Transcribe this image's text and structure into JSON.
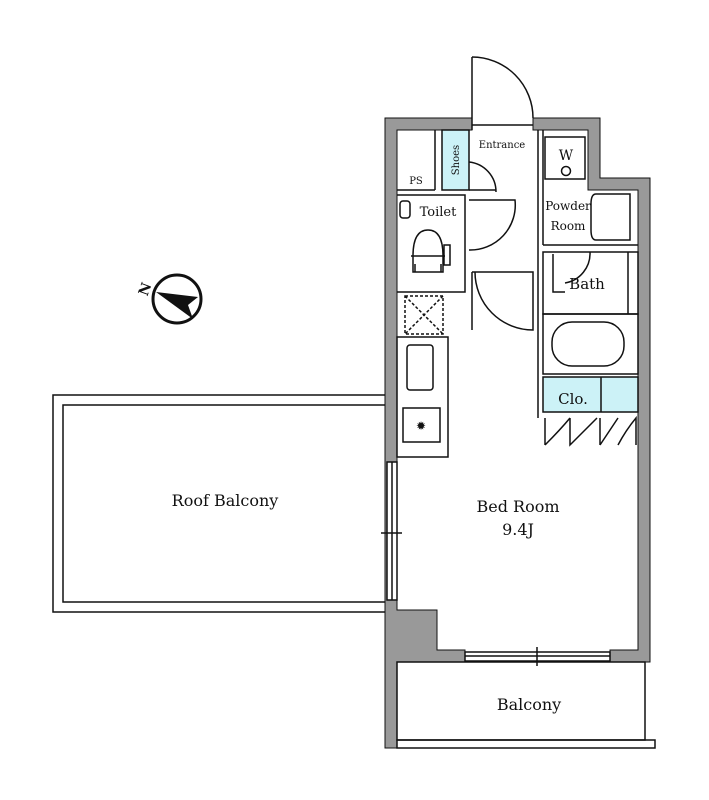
{
  "plan": {
    "rooms": {
      "entrance": "Entrance",
      "shoes": "Shoes",
      "ps": "PS",
      "toilet": "Toilet",
      "washer": "W",
      "powder_room_line1": "Powder",
      "powder_room_line2": "Room",
      "bath": "Bath",
      "closet": "Clo.",
      "bedroom": "Bed Room",
      "bedroom_size": "9.4J",
      "roof_balcony": "Roof Balcony",
      "balcony": "Balcony"
    },
    "compass_label": "N",
    "colors": {
      "wall": "#999999",
      "storage": "#ccf2f7",
      "line": "#111111"
    }
  }
}
